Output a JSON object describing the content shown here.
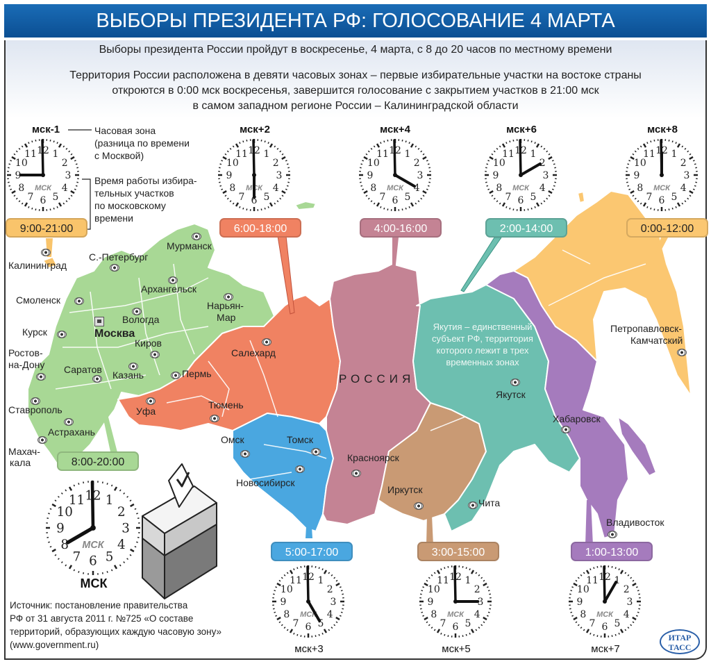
{
  "title": "ВЫБОРЫ ПРЕЗИДЕНТА РФ: ГОЛОСОВАНИЕ 4 МАРТА",
  "subtitle": "Выборы президента России пройдут в воскресенье, 4 марта, с 8 до 20 часов по местному времени",
  "description": [
    "Территория России расположена в девяти часовых зонах – первые избирательные участки на востоке страны",
    "откроются в 0:00 мск воскресенья, завершится голосование с закрытием участков в 21:00 мск",
    "в самом западном регионе России – Калининградской области"
  ],
  "legend": {
    "zone_label": [
      "Часовая зона",
      "(разница по времени",
      "с Москвой)"
    ],
    "hours_label": [
      "Время работы избира-",
      "тельных участков",
      "по московскому",
      "времени"
    ]
  },
  "clock_face": {
    "center_text": "МСК",
    "numbers": [
      "12",
      "1",
      "2",
      "3",
      "4",
      "5",
      "6",
      "7",
      "8",
      "9",
      "10",
      "11"
    ]
  },
  "zones": [
    {
      "id": "msk-1",
      "label": "мск-1",
      "hours": "9:00-21:00",
      "color": "#f9c46b",
      "text_color": "#222222",
      "open_hour": 9,
      "city": "Калининград"
    },
    {
      "id": "msk",
      "label": "МСК",
      "hours": "8:00-20:00",
      "color": "#a8d895",
      "text_color": "#222222",
      "open_hour": 8
    },
    {
      "id": "msk+2",
      "label": "мск+2",
      "hours": "6:00-18:00",
      "color": "#f08262",
      "text_color": "#ffffff",
      "open_hour": 6
    },
    {
      "id": "msk+3",
      "label": "мск+3",
      "hours": "5:00-17:00",
      "color": "#4aa7e0",
      "text_color": "#ffffff",
      "open_hour": 5
    },
    {
      "id": "msk+4",
      "label": "мск+4",
      "hours": "4:00-16:00",
      "color": "#c48394",
      "text_color": "#ffffff",
      "open_hour": 4
    },
    {
      "id": "msk+5",
      "label": "мск+5",
      "hours": "3:00-15:00",
      "color": "#c99a74",
      "text_color": "#ffffff",
      "open_hour": 3
    },
    {
      "id": "msk+6",
      "label": "мск+6",
      "hours": "2:00-14:00",
      "color": "#6dbfb0",
      "text_color": "#ffffff",
      "open_hour": 2
    },
    {
      "id": "msk+7",
      "label": "мск+7",
      "hours": "1:00-13:00",
      "color": "#a57bbd",
      "text_color": "#ffffff",
      "open_hour": 1
    },
    {
      "id": "msk+8",
      "label": "мск+8",
      "hours": "0:00-12:00",
      "color": "#fbc771",
      "text_color": "#222222",
      "open_hour": 0
    }
  ],
  "cities": {
    "kaliningrad": "Калининград",
    "spb": "С.-Петербург",
    "murmansk": "Мурманск",
    "arkhangelsk": "Архангельск",
    "smolensk": "Смоленск",
    "vologda": "Вологда",
    "naryan_mar": "Нарьян-",
    "naryan_mar2": "Мар",
    "kursk": "Курск",
    "moscow": "Москва",
    "kirov": "Киров",
    "rostov": "Ростов-",
    "rostov2": "на-Дону",
    "saratov": "Саратов",
    "kazan": "Казань",
    "perm": "Пермь",
    "salekhard": "Салехард",
    "stavropol": "Ставрополь",
    "ufa": "Уфа",
    "tyumen": "Тюмень",
    "astrakhan": "Астрахань",
    "makhachkala": "Махач-",
    "makhachkala2": "кала",
    "omsk": "Омск",
    "tomsk": "Томск",
    "novosibirsk": "Новосибирск",
    "krasnoyarsk": "Красноярск",
    "irkutsk": "Иркутск",
    "chita": "Чита",
    "yakutsk": "Якутск",
    "khabarovsk": "Хабаровск",
    "vladivostok": "Владивосток",
    "petropavlovsk": "Петропавловск-",
    "petropavlovsk2": "Камчатский"
  },
  "country_label": "РОССИЯ",
  "yakutia_note": "Якутия – единственный субъект РФ, территория которого лежит в трех временных зонах",
  "source": [
    "Источник: постановление правительства",
    "РФ от 31 августа 2011 г. №725 «О составе",
    "территорий, образующих каждую часовую зону»",
    "(www.government.ru)"
  ],
  "logo": [
    "ИТАР",
    "ТАСС"
  ]
}
